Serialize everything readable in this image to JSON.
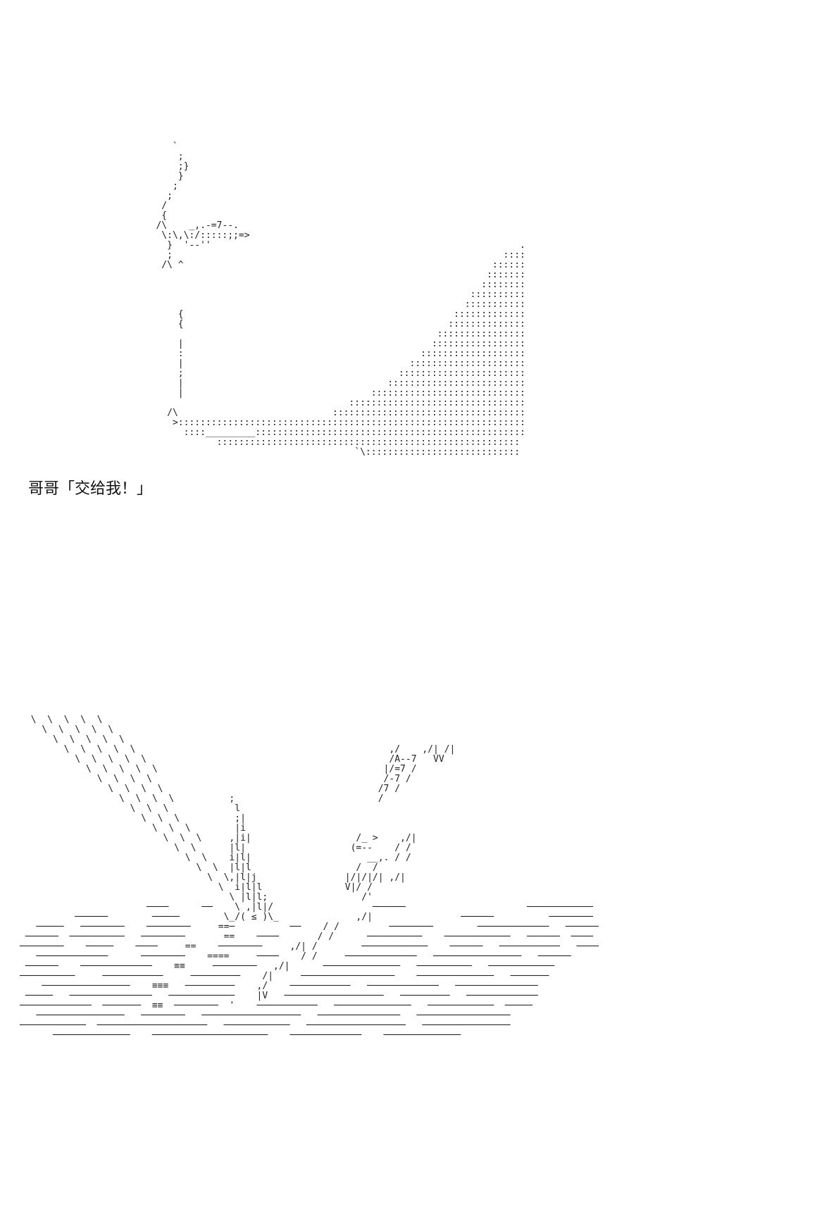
{
  "page": {
    "background_color": "#ffffff",
    "ink_color": "#222222"
  },
  "panels": {
    "top_art": {
      "description": "ascii-art panel of a character unleashing a beam",
      "lines": [
        "      `",
        "       ;",
        "       ;}",
        "       }",
        "      ;",
        "     ;",
        "    /",
        "    {",
        "   /\\    _,.-=7--.",
        "    \\:\\,\\:/:::::;;=>",
        "     }  '--''                                                        .",
        "     ;                                                            ::::",
        "    /\\ ^                                                        ::::::",
        "                                                               :::::::",
        "                                                              ::::::::",
        "                                                            ::::::::::",
        "                                                           :::::::::::",
        "       {                                                 :::::::::::::",
        "       {                                                ::::::::::::::",
        "                                                      ::::::::::::::::",
        "       |                                             :::::::::::::::::",
        "       :                                           :::::::::::::::::::",
        "       |                                         :::::::::::::::::::::",
        "       ;                                       :::::::::::::::::::::::",
        "       |                                     :::::::::::::::::::::::::",
        "       |                                  ::::::::::::::::::::::::::::",
        "                                      ::::::::::::::::::::::::::::::::",
        "     /\\                            :::::::::::::::::::::::::::::::::::",
        "      >:::::::::::::::::::::::::::::::::::::::::::::::::::::::::::::::",
        "        ::::_________:::::::::::::::::::::::::::::::::::::::::::::::::",
        "              :::::::::::::::::::::::::::::::::::::::::::::::::::::::",
        "                                       `\\::::::::::::::::::::::::::::"
      ]
    },
    "caption": {
      "text": "哥哥「交给我！」"
    },
    "bottom_art": {
      "description": "ascii-art panel of an impact scene with speed lines and splash",
      "lines": [
        "  \\  \\  \\  \\  \\",
        "    \\  \\  \\  \\  \\",
        "      \\  \\  \\  \\  \\",
        "        \\  \\  \\  \\  \\                                              ,/    ,/| /|",
        "          \\  \\  \\  \\  \\                                            /A--7   VV",
        "            \\  \\  \\  \\  \\                                         |/=7 /",
        "              \\  \\  \\  \\                                          /-7 /",
        "                \\  \\  \\  \\                                       /7 /",
        "                  \\  \\  \\  \\          ;                          /",
        "                    \\  \\  \\            l",
        "                      \\  \\  \\          ;|",
        "                        \\  \\  \\        |i",
        "                          \\  \\  \\     ,|i|                   /_ >    ,/|",
        "                            \\  \\      |l|                   (=--    / /",
        "                              \\  \\    i|l|                     __,. / /",
        "                                \\  \\  |l|l                   /  /",
        "                                  \\  \\,|l|j                |/|/|/| ,/|",
        "                                    \\  i|l|l               V|/ /",
        "                                      \\ |l|l;                 /'",
        "                       ────      ──    \\ ,|l|/                  ──────                      ────────────",
        "          ──────        ─────        \\_/( ≤ )\\_              ,/|                ──────          ────────",
        "   ─────   ────────    ────────     ==─          ──    / /         ────────        ─────────────   ──────",
        " ──────  ──────────   ────────       ==    ────       / /      ──────────    ────────────   ──────  ────",
        "────────    ─────    ────     ==    ────────     ,/| /        ────────────    ──────   ───────────   ────",
        "   ─────────────      ────────    ====     ────    / /     ─────────────   ────────────────   ──────",
        " ──────    ─────────────    ≡≡     ────────   ,/|      ──────────────   ──────────   ────────────",
        "──────────     ───────────     ─────────    /|     ─────────────────    ──────────────   ───────",
        "    ────────────────    ≡≡≡   ─────────    ,/    ───────────   ─────────────   ───────────────",
        " ─────   ───────────────   ────────────    |V   ──────────────────   ─────────   ─────────────",
        "─────────────  ───────  ≡≡  ────────  '    ───────────   ──────────────   ────────────  ─────",
        "   ────────────────   ────────   ──────────────────   ───────────────   ─────────────────",
        "────────────  ────────────────────   ────────────   ──────────────────   ────────────────",
        "      ──────────────    ─────────────────────    ─────────────    ──────────────"
      ]
    }
  }
}
